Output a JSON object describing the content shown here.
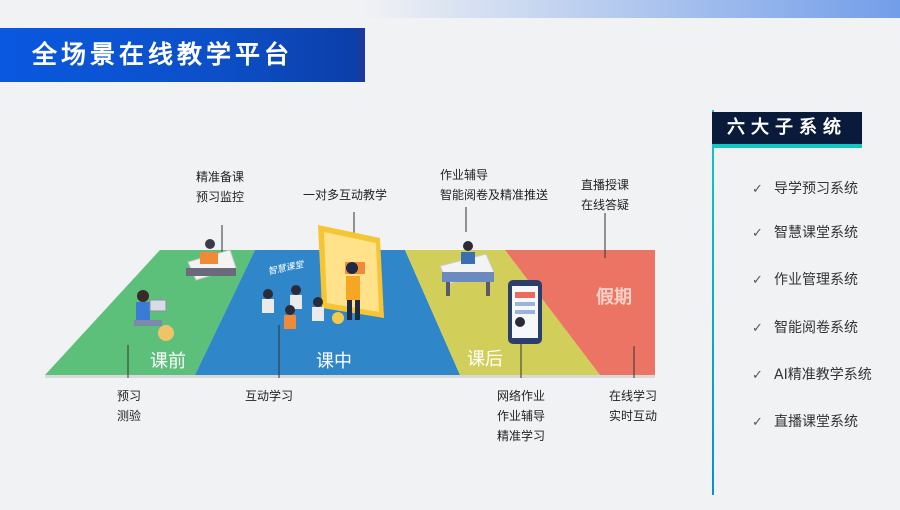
{
  "header": {
    "title": "全场景在线教学平台"
  },
  "stages": [
    {
      "label": "课前",
      "color": "#5cc07a"
    },
    {
      "label": "课中",
      "color": "#2f86c8"
    },
    {
      "label": "课后",
      "color": "#d1cf5a"
    },
    {
      "label": "假期",
      "color": "#ec7465"
    }
  ],
  "scene_labels": {
    "screen_tag": "智慧课堂"
  },
  "callouts": {
    "before_top": [
      "精准备课",
      "预习监控"
    ],
    "before_bottom": [
      "预习",
      "测验"
    ],
    "during_top": [
      "一对多互动教学"
    ],
    "during_bottom": [
      "互动学习"
    ],
    "after_top": [
      "作业辅导",
      "智能阅卷及精准推送"
    ],
    "after_bottom": [
      "网络作业",
      "作业辅导",
      "精准学习"
    ],
    "holiday_top": [
      "直播授课",
      "在线答疑"
    ],
    "holiday_bottom": [
      "在线学习",
      "实时互动"
    ]
  },
  "systems": {
    "heading": "六大子系统",
    "items": [
      "导学预习系统",
      "智慧课堂系统",
      "作业管理系统",
      "智能阅卷系统",
      "AI精准教学系统",
      "直播课堂系统"
    ]
  }
}
